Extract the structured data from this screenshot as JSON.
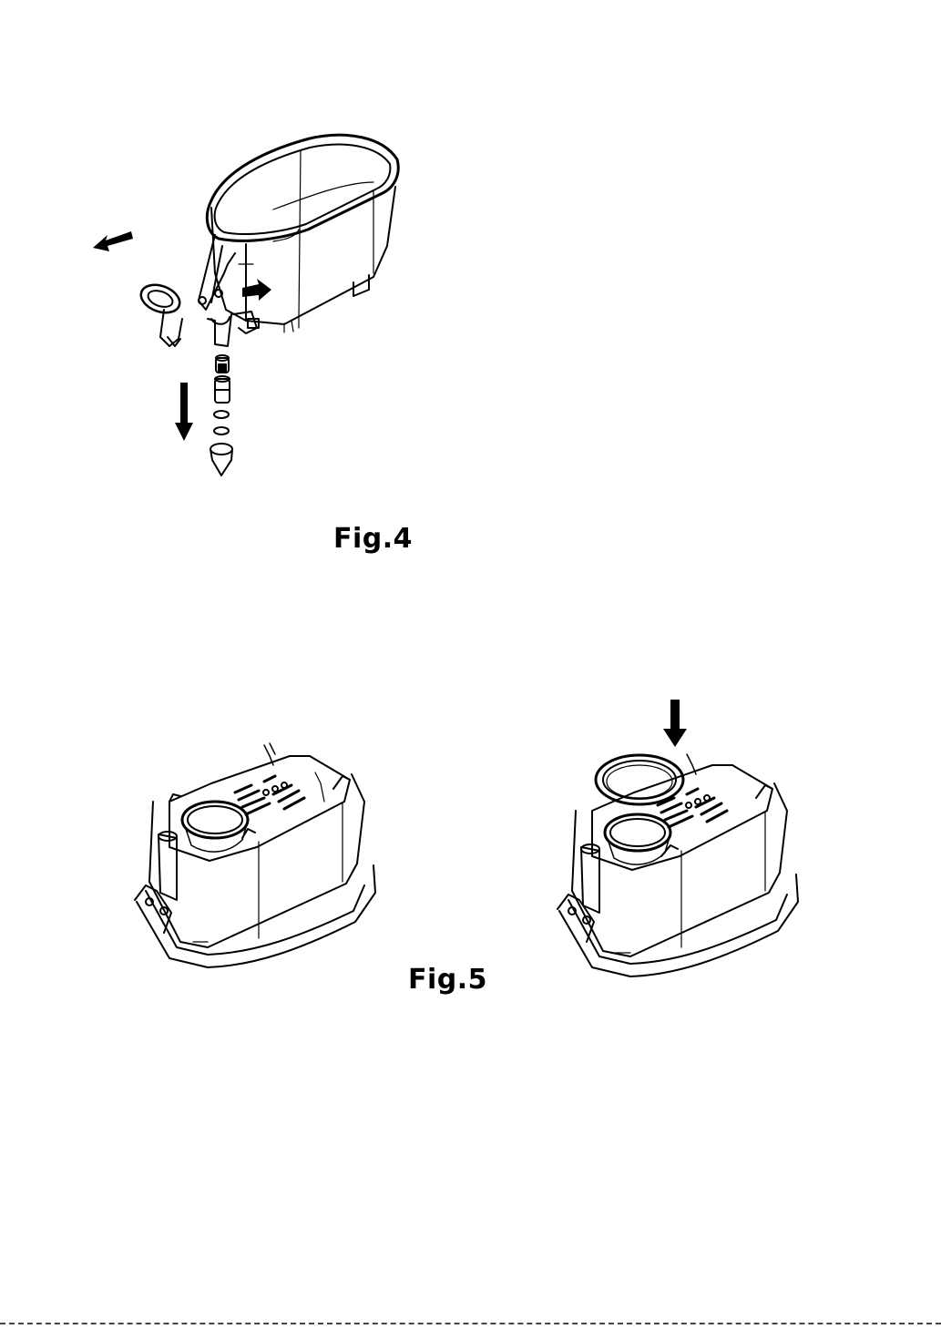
{
  "figures": [
    {
      "id": "fig4",
      "label": "Fig.4"
    },
    {
      "id": "fig5",
      "label": "Fig.5"
    }
  ],
  "icons": {
    "fig4": [
      "tank-illustration",
      "lid-clip-part",
      "valve-stem-part",
      "valve-spring-part",
      "o-ring-part",
      "valve-cap-part",
      "arrow-left-icon",
      "arrow-right-icon",
      "arrow-down-icon"
    ],
    "fig5": [
      "tank-base-illustration",
      "tank-base-with-seal-illustration",
      "seal-ring-part",
      "arrow-down-icon"
    ]
  },
  "colors": {
    "line": "#000000",
    "background": "#ffffff"
  }
}
